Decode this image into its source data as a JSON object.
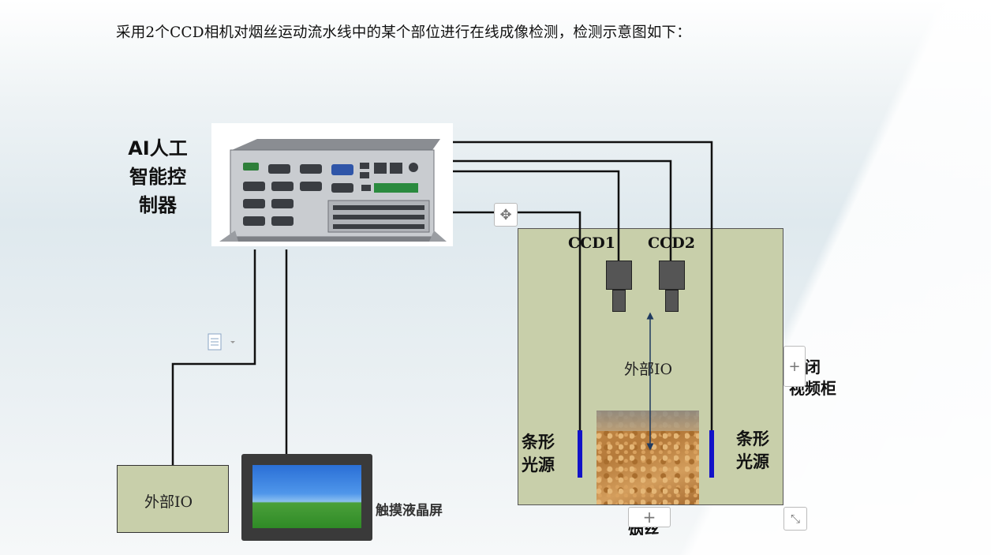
{
  "intro_text": "采用2个CCD相机对烟丝运动流水线中的某个部位进行在线成像检测，检测示意图如下：",
  "controller": {
    "label": "AI人工\n智能控\n制器"
  },
  "cameras": [
    {
      "label": "CCD1"
    },
    {
      "label": "CCD2"
    }
  ],
  "light_sources": [
    {
      "label": "条形\n光源"
    },
    {
      "label": "条形\n光源"
    }
  ],
  "cabinet": {
    "label": "封闭\n视频柜",
    "io_label": "外部IO"
  },
  "external_io": {
    "label": "外部IO"
  },
  "touch_screen": {
    "label": "触摸液晶屏"
  },
  "conveyor": {
    "label": "烟丝"
  },
  "icons": [
    "move-handle-icon",
    "plus-handle-icon",
    "resize-handle-icon",
    "document-paste-icon"
  ],
  "colors": {
    "cabinet_fill": "#c8cfaa",
    "light_bar": "#1212c8",
    "arrow": "#1f3a5f",
    "wire": "#111111"
  }
}
